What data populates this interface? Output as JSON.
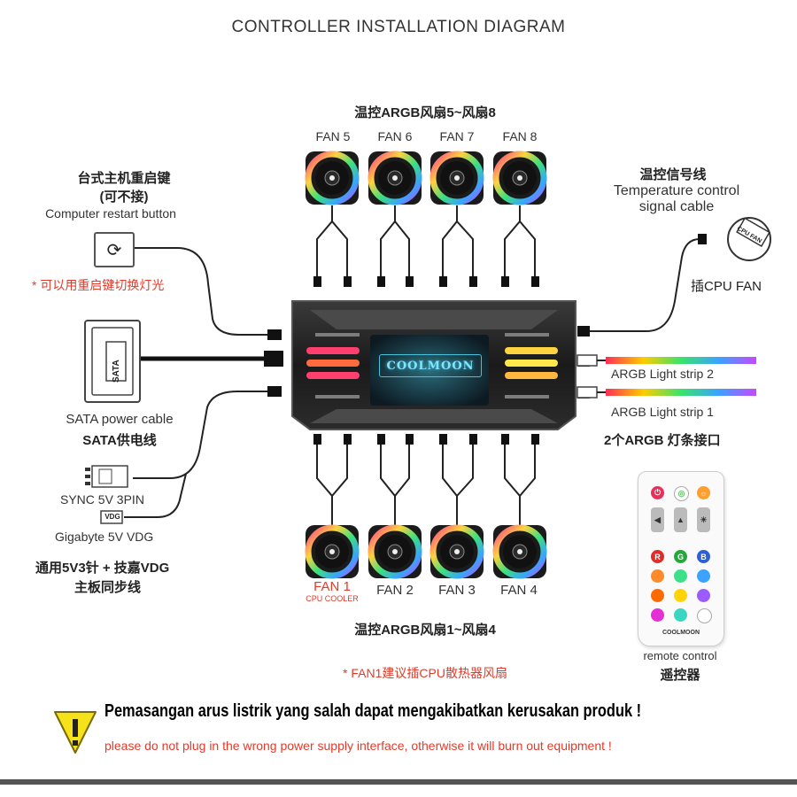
{
  "title": "CONTROLLER INSTALLATION DIAGRAM",
  "fans_top": {
    "heading": "温控ARGB风扇5~风扇8",
    "labels": [
      "FAN 5",
      "FAN 6",
      "FAN 7",
      "FAN 8"
    ]
  },
  "fans_bottom": {
    "heading": "温控ARGB风扇1~风扇4",
    "labels": [
      "FAN 1",
      "FAN 2",
      "FAN 3",
      "FAN 4"
    ],
    "fan1_sub": "CPU COOLER",
    "note": "* FAN1建议插CPU散热器风扇"
  },
  "restart": {
    "cn1": "台式主机重启键",
    "cn2": "(可不接)",
    "en": "Computer restart button",
    "note": "* 可以用重启键切换灯光"
  },
  "sata": {
    "connector": "SATA",
    "en": "SATA power cable",
    "cn": "SATA供电线"
  },
  "sync": {
    "pin3": "SYNC 5V 3PIN",
    "vdg_tag": "VDG",
    "vdg": "Gigabyte 5V VDG",
    "cn1": "通用5V3针 + 技嘉VDG",
    "cn2": "主板同步线"
  },
  "temp": {
    "cn": "温控信号线",
    "en1": "Temperature control",
    "en2": "signal cable",
    "cpu_fan_tag": "CPU FAN",
    "plug": "插CPU FAN"
  },
  "argb": {
    "strip2": "ARGB Light strip 2",
    "strip1": "ARGB Light strip 1",
    "cn": "2个ARGB 灯条接口"
  },
  "controller": {
    "brand": "COOLMOON"
  },
  "remote": {
    "brand": "COOLMOON",
    "en": "remote control",
    "cn": "遥控器",
    "buttons": [
      "R",
      "G",
      "B"
    ]
  },
  "warning": {
    "id_text": "Pemasangan arus listrik yang salah dapat mengakibatkan kerusakan produk  !",
    "en_text": "please do not plug in the wrong power supply interface, otherwise it will burn out equipment !"
  },
  "colors": {
    "accent_red": "#e23b2a",
    "warning_yellow": "#f5e21b"
  }
}
